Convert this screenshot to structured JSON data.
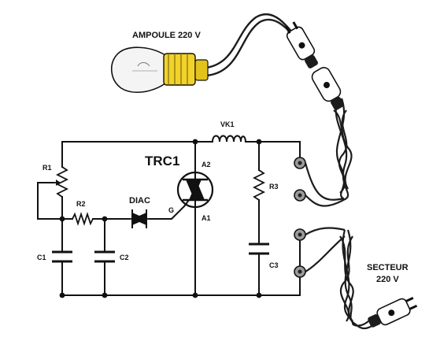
{
  "labels": {
    "ampoule": "AMPOULE 220 V",
    "vk1": "VK1",
    "trc1": "TRC1",
    "a2": "A2",
    "a1": "A1",
    "g": "G",
    "r1": "R1",
    "r2": "R2",
    "r3": "R3",
    "diac": "DIAC",
    "c1": "C1",
    "c2": "C2",
    "c3": "C3",
    "secteur_line1": "SECTEUR",
    "secteur_line2": "220 V"
  },
  "colors": {
    "wire": "#111111",
    "bulb_glass": "#f4f4f4",
    "bulb_base": "#f2d22a",
    "cord": "#1c1c1c",
    "terminal": "#9a9a9a",
    "plug": "#ffffff"
  },
  "icons": {
    "lamp": "light-bulb-icon",
    "plug_top": "mains-plug-icon",
    "plug_bottom": "mains-plug-icon"
  }
}
